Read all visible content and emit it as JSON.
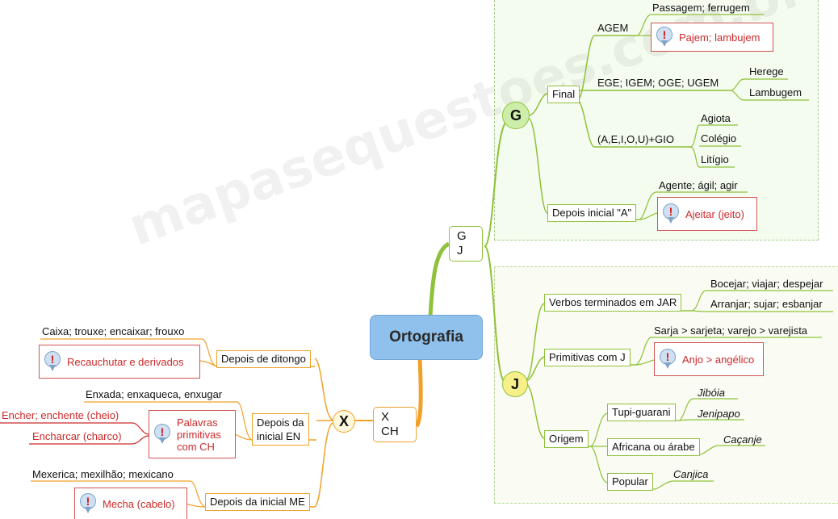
{
  "title": "Ortografia",
  "watermark": "mapasequestoes.com.br",
  "colors": {
    "central": "#8fc1ec",
    "g_branch": "#8fc13a",
    "x_branch": "#f0a12a",
    "warn": "#cc2a2a"
  },
  "gj": {
    "hub_label_1": "G",
    "hub_label_2": "J",
    "g": {
      "label": "G",
      "final": {
        "label": "Final",
        "agem": {
          "label": "AGEM",
          "example": "Passagem; ferrugem",
          "exception": "Pajem; lambujem"
        },
        "ege": {
          "label": "EGE; IGEM; OGE; UGEM",
          "examples": [
            "Herege",
            "Lambugem"
          ]
        },
        "gio": {
          "label": "(A,E,I,O,U)+GIO",
          "examples": [
            "Agiota",
            "Colégio",
            "Litígio"
          ]
        }
      },
      "inicial_a": {
        "label": "Depois inicial \"A\"",
        "example": "Agente; ágil; agir",
        "exception": "Ajeitar (jeito)"
      }
    },
    "j": {
      "label": "J",
      "jar": {
        "label": "Verbos terminados em JAR",
        "examples": [
          "Bocejar; viajar; despejar",
          "Arranjar; sujar; esbanjar"
        ]
      },
      "primitivas": {
        "label": "Primitivas com J",
        "example": "Sarja > sarjeta; varejo > varejista",
        "exception": "Anjo > angélico"
      },
      "origem": {
        "label": "Origem",
        "tupi": {
          "label": "Tupi-guarani",
          "examples": [
            "Jibóia",
            "Jenipapo"
          ]
        },
        "africana": {
          "label": "Africana ou árabe",
          "example": "Caçanje"
        },
        "popular": {
          "label": "Popular",
          "example": "Canjica"
        }
      }
    }
  },
  "xch": {
    "hub_label_1": "X",
    "hub_label_2": "CH",
    "x": {
      "label": "X",
      "ditongo": {
        "label": "Depois de ditongo",
        "example": "Caixa; trouxe; encaixar; frouxo",
        "exception": "Recauchutar e derivados"
      },
      "en": {
        "label_1": "Depois da",
        "label_2": "inicial EN",
        "example": "Enxada; enxaqueca, enxugar",
        "exception_1": "Palavras",
        "exception_2": "primitivas",
        "exception_3": "com CH",
        "derived": [
          "Encher; enchente (cheio)",
          "Encharcar (charco)"
        ]
      },
      "me": {
        "label": "Depois da inicial ME",
        "example": "Mexerica; mexilhão; mexicano",
        "exception": "Mecha (cabelo)"
      }
    }
  }
}
